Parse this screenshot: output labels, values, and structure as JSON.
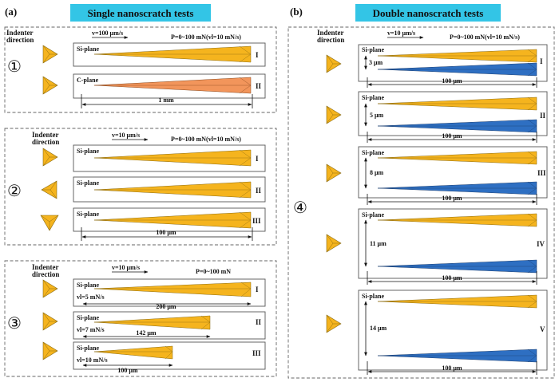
{
  "panel_a": {
    "label": "(a)",
    "title": "Single nanoscratch tests",
    "group1": {
      "number": "①",
      "indenter_label_line1": "Indenter",
      "indenter_label_line2": "direction",
      "velocity": "v=100 μm/s",
      "load": "P=0~100 mN(vl=10 mN/s)",
      "scratches": [
        {
          "plane": "Si-plane",
          "id": "I"
        },
        {
          "plane": "C-plane",
          "id": "II"
        }
      ],
      "length": "1 mm"
    },
    "group2": {
      "number": "②",
      "indenter_label_line1": "Indenter",
      "indenter_label_line2": "direction",
      "velocity": "v=10 μm/s",
      "load": "P=0~100 mN(vl=10 mN/s)",
      "scratches": [
        {
          "plane": "Si-plane",
          "id": "I"
        },
        {
          "plane": "Si-plane",
          "id": "II"
        },
        {
          "plane": "Si-plane",
          "id": "III"
        }
      ],
      "length": "100 μm"
    },
    "group3": {
      "number": "③",
      "indenter_label_line1": "Indenter",
      "indenter_label_line2": "direction",
      "velocity": "v=10 μm/s",
      "load": "P=0~100 mN",
      "scratches": [
        {
          "plane": "Si-plane",
          "id": "I",
          "rate": "vl=5 mN/s",
          "length": "200 μm"
        },
        {
          "plane": "Si-plane",
          "id": "II",
          "rate": "vl=7 mN/s",
          "length": "142 μm"
        },
        {
          "plane": "Si-plane",
          "id": "III",
          "rate": "vl=10 mN/s",
          "length": "100 μm"
        }
      ]
    }
  },
  "panel_b": {
    "label": "(b)",
    "title": "Double nanoscratch tests",
    "number": "④",
    "indenter_label_line1": "Indenter",
    "indenter_label_line2": "direction",
    "velocity": "v=10 μm/s",
    "load": "P=0~100 mN(vl=10 mN/s)",
    "pairs": [
      {
        "plane": "Si-plane",
        "id": "I",
        "gap": "3 μm",
        "length": "100 μm"
      },
      {
        "plane": "Si-plane",
        "id": "II",
        "gap": "5 μm",
        "length": "100 μm"
      },
      {
        "plane": "Si-plane",
        "id": "III",
        "gap": "8 μm",
        "length": "100 μm"
      },
      {
        "plane": "Si-plane",
        "id": "IV",
        "gap": "11 μm",
        "length": "100 μm"
      },
      {
        "plane": "Si-plane",
        "id": "V",
        "gap": "14 μm",
        "length": "100 μm"
      }
    ]
  },
  "colors": {
    "header_bg": "#33C5E6",
    "scratch_si": "#F5B41E",
    "scratch_c": "#F2955B",
    "scratch_second": "#2E6FC2",
    "indenter": "#F5B41E"
  }
}
